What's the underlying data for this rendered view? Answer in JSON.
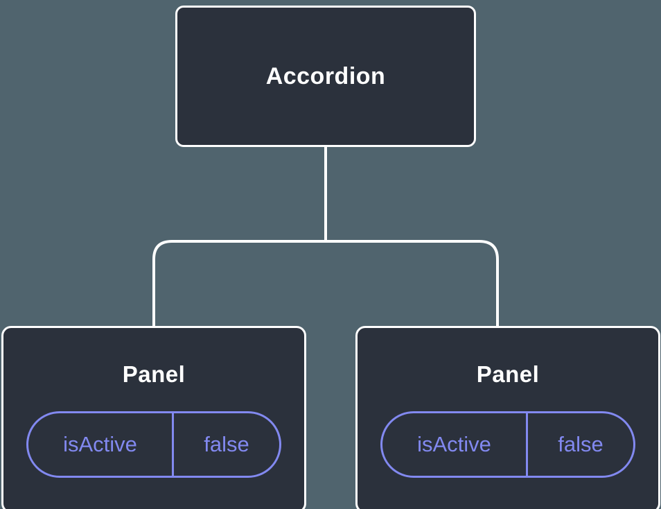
{
  "diagram": {
    "type": "component-tree",
    "root": {
      "label": "Accordion"
    },
    "panels": [
      {
        "title": "Panel",
        "state": {
          "key": "isActive",
          "value": "false"
        }
      },
      {
        "title": "Panel",
        "state": {
          "key": "isActive",
          "value": "false"
        }
      }
    ]
  },
  "colors": {
    "background": "#50646e",
    "box_fill": "#2b313c",
    "line": "#ffffff",
    "state_accent": "#8289f0"
  }
}
